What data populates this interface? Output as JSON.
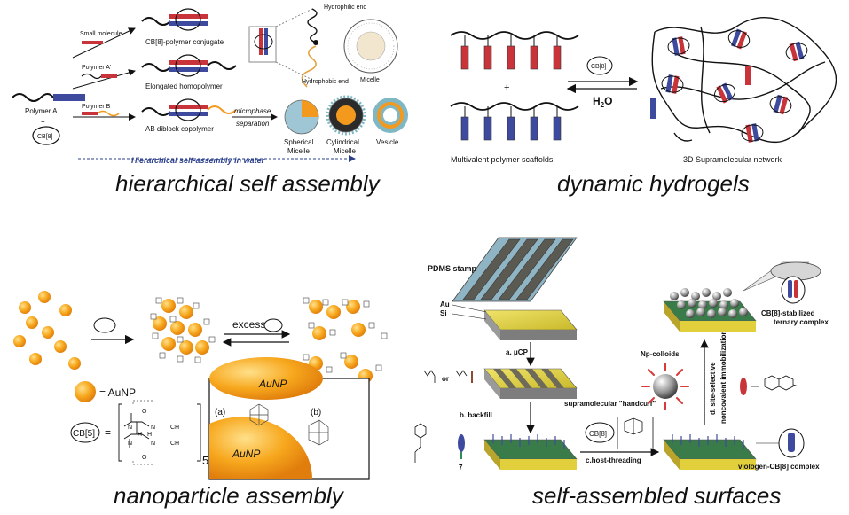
{
  "panels": {
    "hierarchical": {
      "caption": "hierarchical self assembly",
      "polymer_a": "Polymer A",
      "plus": "+",
      "cb8": "CB[8]",
      "small_molecule": "Small molecule",
      "polymer_a_prime": "Polymer A'",
      "polymer_b": "Polymer B",
      "conjugate": "CB[8]-polymer conjugate",
      "homopolymer": "Elongated homopolymer",
      "diblock": "AB diblock copolymer",
      "hydrophilic_end": "Hydrophilic end",
      "hydrophobic_end": "Hydrophobic end",
      "micelle": "Micelle",
      "microphase_1": "microphase",
      "microphase_2": "separation",
      "spherical_1": "Spherical",
      "spherical_2": "Micelle",
      "cylindrical_1": "Cylindrical",
      "cylindrical_2": "Micelle",
      "vesicle": "Vesicle",
      "in_water": "Hierarchical self-assembly in water"
    },
    "hydrogels": {
      "caption": "dynamic hydrogels",
      "plus": "+",
      "cb8": "CB[8]",
      "h2o": "H",
      "h2o_sub": "2",
      "h2o_tail": "O",
      "scaffolds": "Multivalent polymer scaffolds",
      "network": "3D Supramolecular network"
    },
    "nanoparticle": {
      "caption": "nanoparticle assembly",
      "excess": "excess",
      "aunp_legend": "= AuNP",
      "cb5": "CB[5]",
      "eq": "=",
      "n5": "5",
      "aunp_top": "AuNP",
      "aunp_bottom": "AuNP",
      "a": "(a)",
      "b": "(b)",
      "o": "O",
      "ch2": "CH",
      "n": "N",
      "h": "H"
    },
    "surfaces": {
      "caption": "self-assembled surfaces",
      "pdms": "PDMS stamp",
      "au": "Au",
      "si": "Si",
      "step_a": "a. μCP",
      "or": "or",
      "step_b": "b. backfill",
      "seven": "7",
      "handcuff": "supramolecular \"handcuff\"",
      "cb8": "CB[8]",
      "step_c": "c.host-threading",
      "complex": "viologen-CB[8] complex",
      "np": "Np-colloids",
      "step_d1": "d. site-selective",
      "step_d2": "noncovalent immobilization",
      "ternary1": "CB[8]-stabilized",
      "ternary2": "ternary complex"
    }
  },
  "colors": {
    "red": "#c8343a",
    "blue": "#3d4a9e",
    "orange": "#f39a1e",
    "gold": "#f7b733",
    "yellow": "#e4d84a",
    "arrow_blue": "#2b3f8c"
  }
}
